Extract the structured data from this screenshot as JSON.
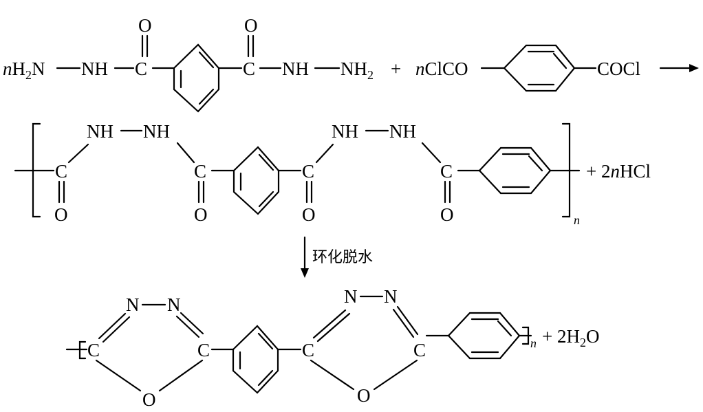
{
  "reaction": {
    "step1": {
      "reactant1": {
        "coef": "n",
        "h2n": [
          "H",
          "2",
          "N"
        ],
        "nh": "NH",
        "c_left": "C",
        "o_left": "O",
        "c_right": "C",
        "o_right": "O",
        "nh2": "NH",
        "nh2_terminal": [
          "NH",
          "2"
        ]
      },
      "plus": "+",
      "reactant2": {
        "coef": "n",
        "clco": "ClCO",
        "cocl": "COCl"
      },
      "arrow": "→"
    },
    "polymer": {
      "nh_labels": [
        "NH",
        "NH",
        "NH",
        "NH"
      ],
      "c_labels": [
        "C",
        "C",
        "C",
        "C"
      ],
      "o_labels": [
        "O",
        "O",
        "O",
        "O"
      ],
      "repeat_subscript": "n",
      "byproduct": [
        "+ 2",
        "n",
        "HCl"
      ]
    },
    "step2": {
      "condition": "环化脱水",
      "final": {
        "n_labels": [
          "N",
          "N",
          "N",
          "N"
        ],
        "c_labels": [
          "C",
          "C",
          "C",
          "C"
        ],
        "o_labels": [
          "O",
          "O"
        ],
        "repeat_subscript": "n",
        "byproduct": [
          "+ 2H",
          "2",
          "O"
        ]
      }
    }
  }
}
